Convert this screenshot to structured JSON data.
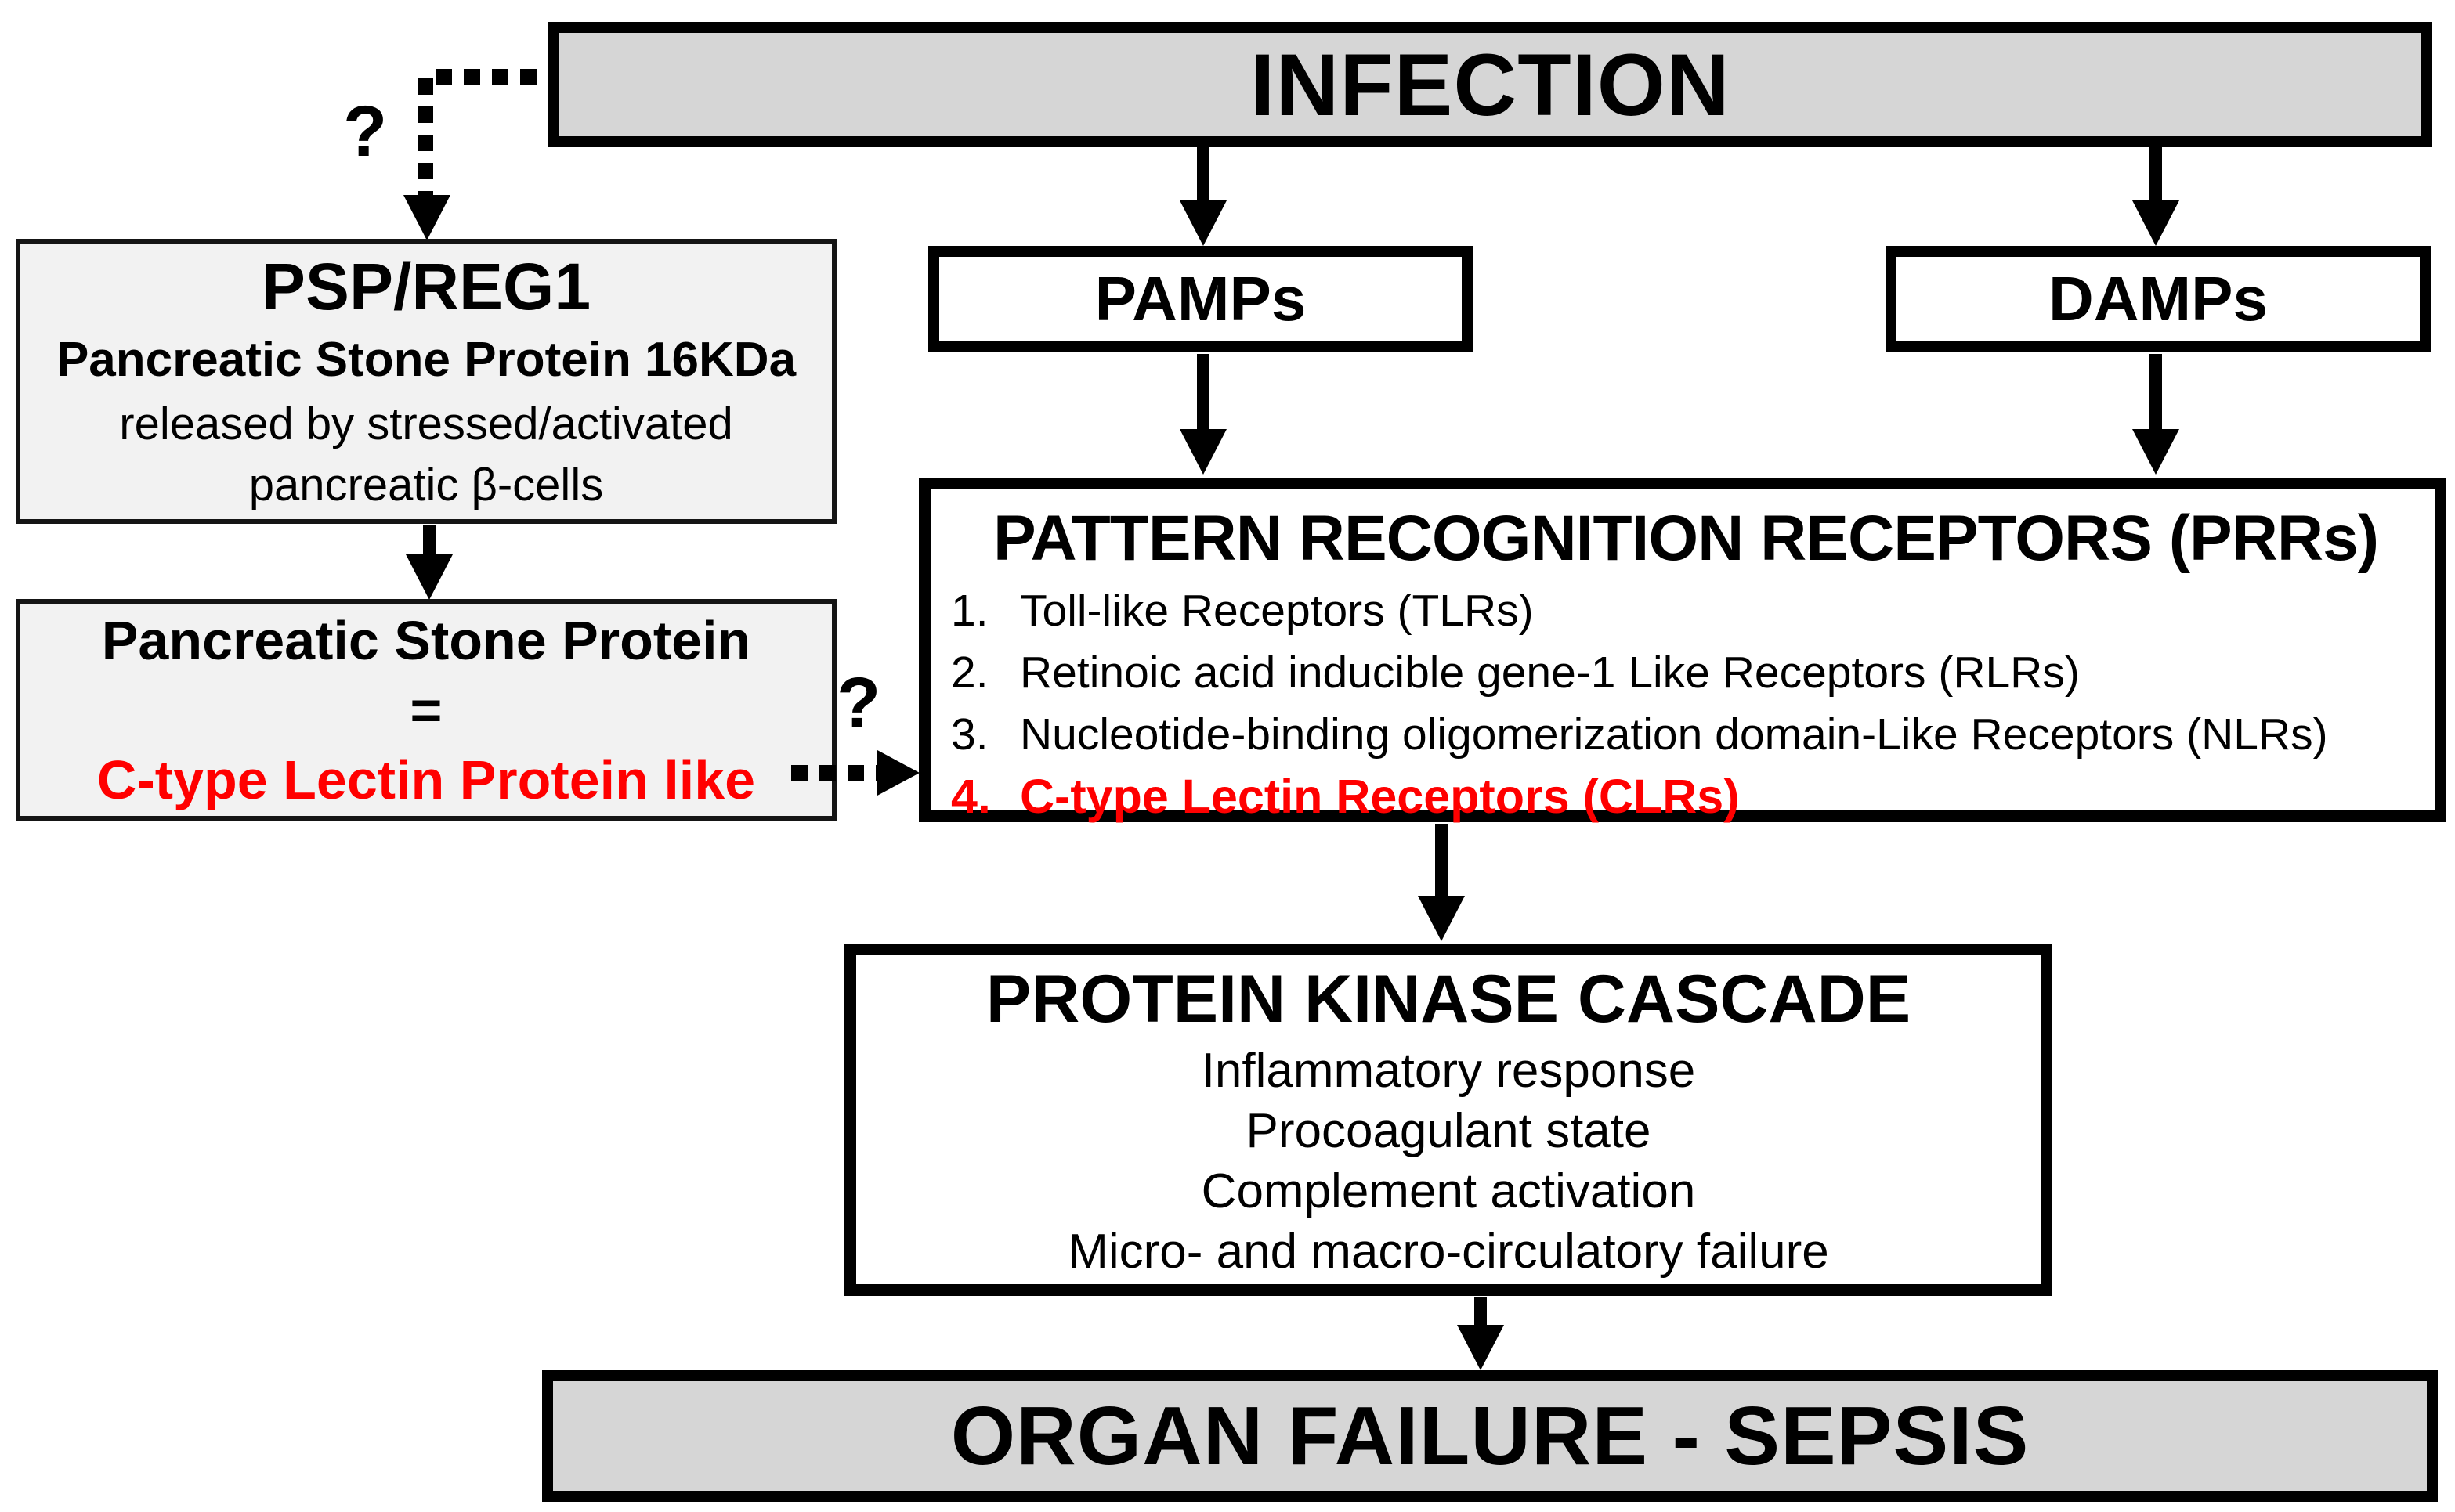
{
  "infection": {
    "label": "INFECTION"
  },
  "pamps": {
    "label": "PAMPs"
  },
  "damps": {
    "label": "DAMPs"
  },
  "psp_box": {
    "title": "PSP/REG1",
    "line1": "Pancreatic Stone Protein 16KDa",
    "line2": "released by stressed/activated",
    "line3": "pancreatic β-cells"
  },
  "psp_equals_box": {
    "line1": "Pancreatic Stone Protein",
    "equals": "=",
    "line2": "C-type Lectin Protein like"
  },
  "prrs": {
    "title": "PATTERN RECOGNITION RECEPTORS (PRRs)",
    "items": [
      {
        "num": "1.",
        "text": "Toll-like Receptors (TLRs)",
        "highlight": false
      },
      {
        "num": "2.",
        "text": "Retinoic acid inducible gene-1 Like Receptors (RLRs)",
        "highlight": false
      },
      {
        "num": "3.",
        "text": "Nucleotide-binding oligomerization domain-Like Receptors (NLRs)",
        "highlight": false
      },
      {
        "num": "4.",
        "text": "C-type Lectin Receptors (CLRs)",
        "highlight": true
      }
    ]
  },
  "kinase": {
    "title": "PROTEIN KINASE CASCADE",
    "items": [
      "Inflammatory response",
      "Procoagulant state",
      "Complement activation",
      "Micro- and macro-circulatory failure"
    ]
  },
  "organ_failure": {
    "label": "ORGAN FAILURE - SEPSIS"
  },
  "question_marks": {
    "top": "?",
    "middle": "?"
  },
  "colors": {
    "highlight_red": "#ff0000",
    "box_gray": "#d6d6d6",
    "light_gray": "#f2f2f2",
    "ink": "#000000"
  }
}
